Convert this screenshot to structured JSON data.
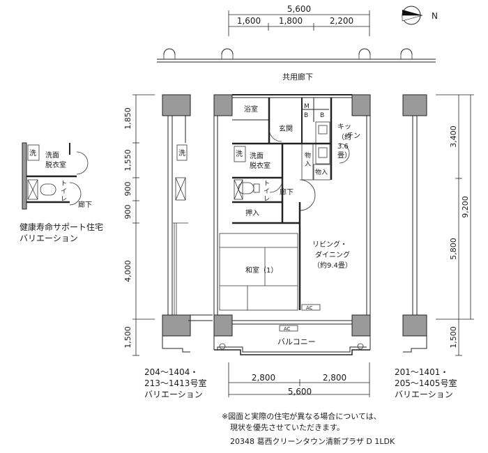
{
  "compass": {
    "label": "N"
  },
  "top_dims": {
    "total": "5,600",
    "segments": [
      "1,600",
      "1,800",
      "2,200"
    ]
  },
  "corridor": "共用廊下",
  "rooms": {
    "bath": "浴室",
    "mb": [
      "M",
      "B"
    ],
    "b": "B",
    "entrance": "玄関",
    "kitchen": [
      "キッ",
      "チン",
      "（約",
      "3.6",
      "畳）"
    ],
    "wash": "洗",
    "senmen": [
      "洗面",
      "脱衣室"
    ],
    "storage1": [
      "物",
      "入"
    ],
    "storage2": "物入",
    "toilet": [
      "ト",
      "イ",
      "レ"
    ],
    "hall": "廊下",
    "oshiire": "押入",
    "living": [
      "リビング・",
      "ダイニング",
      "（約9.4畳）"
    ],
    "washitsu": "和室（1）",
    "ac1": "AC",
    "ac2": "AC",
    "balcony": "バルコニー"
  },
  "left_dims": [
    "1,850",
    "1,550",
    "900",
    "900",
    "4,000",
    "1,500"
  ],
  "right_dims": [
    "3,400",
    "5,800",
    "9,200",
    "1,500"
  ],
  "bottom_dims": {
    "segments": [
      "2,800",
      "2,800"
    ],
    "total": "5,600"
  },
  "inset": {
    "wash": "洗",
    "senmen": [
      "洗面",
      "脱衣室"
    ],
    "toilet": [
      "ト",
      "イ",
      "レ"
    ],
    "hall": "廊下",
    "caption": [
      "健康寿命サポート住宅",
      "バリエーション"
    ]
  },
  "variation_left": [
    "204～1404・",
    "213～1413号室",
    "バリエーション"
  ],
  "variation_right": [
    "201～1401・",
    "205～1405号室",
    "バリエーション"
  ],
  "note": [
    "※図面と実際の住宅が異なる場合については、",
    "現状を優先させていただきます。"
  ],
  "footer": "20348 葛西クリーンタウン清新プラザ D 1LDK"
}
